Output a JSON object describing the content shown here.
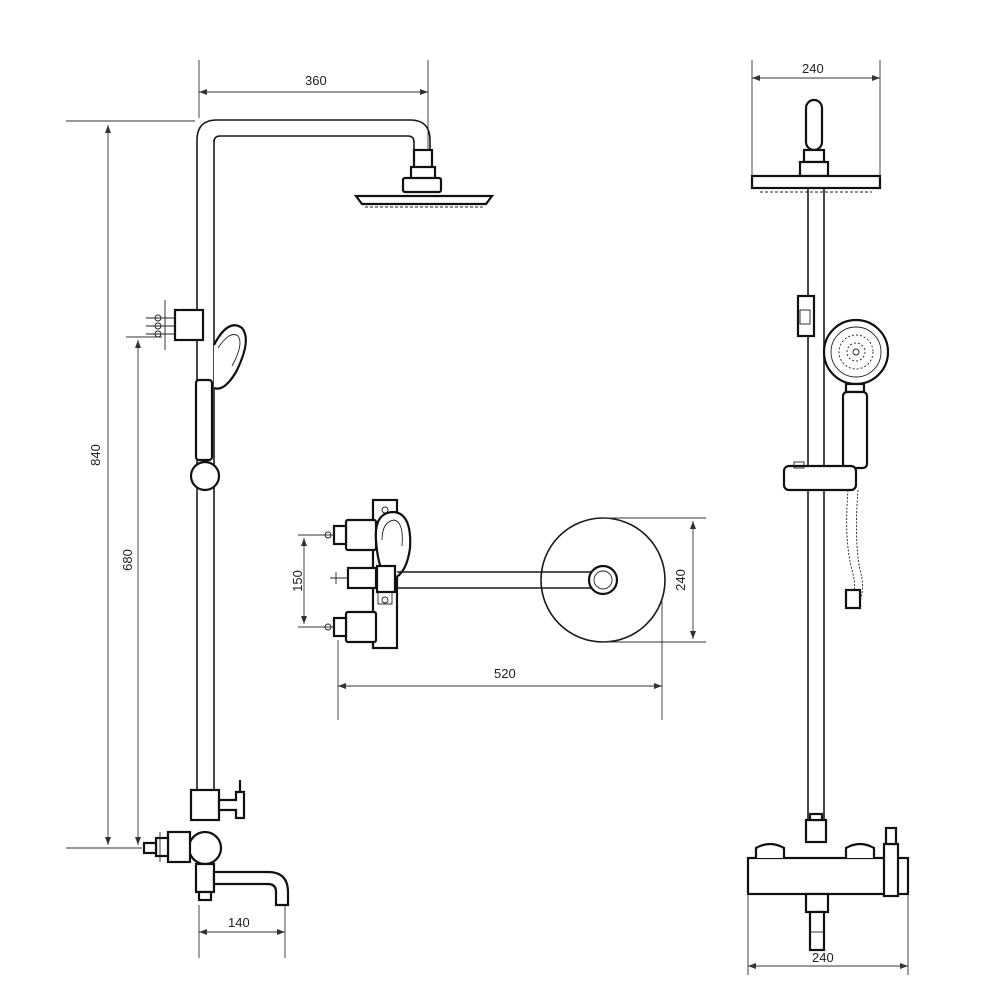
{
  "dimensions": {
    "side_arm_reach": "360",
    "side_total_height": "840",
    "side_handshower_height": "680",
    "side_spout_projection": "140",
    "top_inlet_spacing": "150",
    "top_head_diameter": "240",
    "top_depth": "520",
    "front_head_width": "240",
    "front_mixer_width": "240"
  }
}
